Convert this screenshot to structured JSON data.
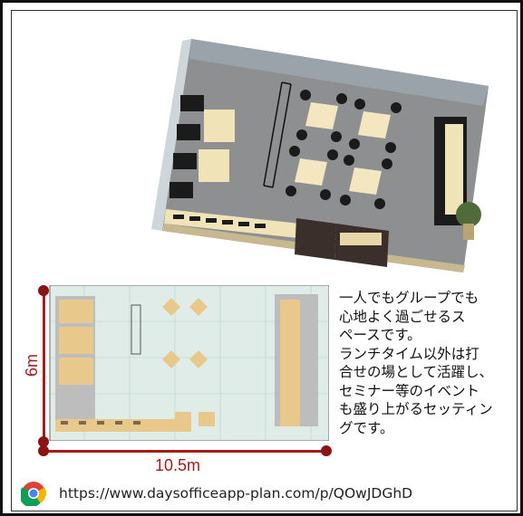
{
  "dimensions": {
    "width_label": "10.5m",
    "height_label": "6m"
  },
  "description": {
    "line1": "一人でもグループでも\n心地よく過ごせるス\nペースです。",
    "line2": "ランチタイム以外は打\n合せの場として活躍し、\nセミナー等のイベント\nも盛り上がるセッティン\nグです。"
  },
  "footer": {
    "url": "https://www.daysofficeapp-plan.com/p/QOwJDGhD",
    "browser_icon": "chrome-icon"
  },
  "colors": {
    "accent": "#a01e1e",
    "floor": "#8d8f91",
    "wall": "#9aa3aa",
    "wood": "#e9d6a8",
    "dark_wood": "#3a2f2b"
  }
}
